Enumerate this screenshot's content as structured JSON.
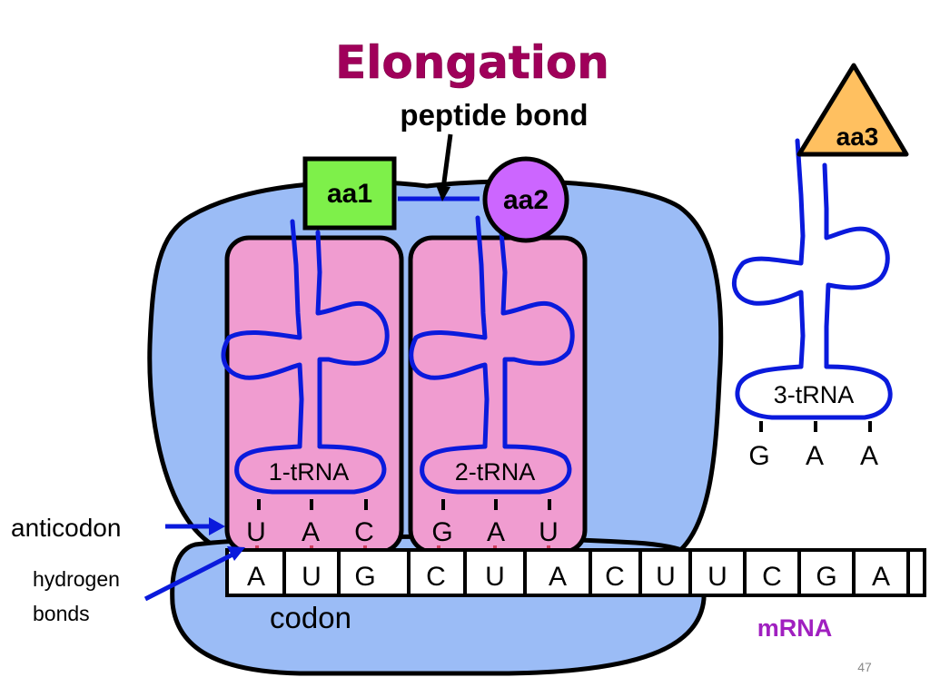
{
  "title": "Elongation",
  "labels": {
    "peptide_bond": "peptide bond",
    "anticodon": "anticodon",
    "hydrogen_bonds_line1": "hydrogen",
    "hydrogen_bonds_line2": "bonds",
    "codon": "codon",
    "mrna": "mRNA",
    "page_number": "47"
  },
  "amino_acids": {
    "aa1": "aa1",
    "aa2": "aa2",
    "aa3": "aa3"
  },
  "trnas": [
    {
      "name": "1-tRNA",
      "anticodon": [
        "U",
        "A",
        "C"
      ]
    },
    {
      "name": "2-tRNA",
      "anticodon": [
        "G",
        "A",
        "U"
      ]
    },
    {
      "name": "3-tRNA",
      "anticodon": [
        "G",
        "A",
        "A"
      ]
    }
  ],
  "mrna_bases": [
    "A",
    "U",
    "G",
    "C",
    "U",
    "A",
    "C",
    "U",
    "U",
    "C",
    "G",
    "A"
  ],
  "colors": {
    "ribosome": "#9bbcf6",
    "trna_site": "#f09cd0",
    "aa1": "#7ef04a",
    "aa2": "#cc66ff",
    "aa3": "#ffc060",
    "trna_outline": "#0a1adc",
    "title": "#a0005a",
    "mrna_label": "#a020c0"
  }
}
